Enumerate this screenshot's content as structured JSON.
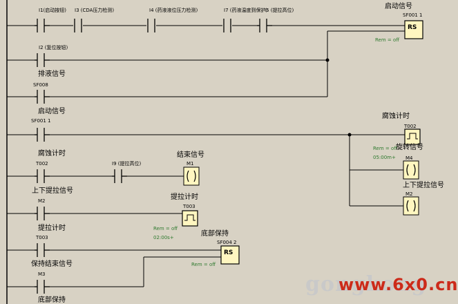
{
  "network_1": {
    "inputs": [
      {
        "label": "I1(启动按钮)"
      },
      {
        "label": "I3 (CDA压力检测)"
      },
      {
        "label": "I4 (药液液位压力检测)"
      },
      {
        "label": "I7 (药液温度到保护)"
      },
      {
        "label": "I5 (提拉高位)"
      }
    ],
    "output": {
      "title": "启动信号",
      "tag": "SF001 1",
      "symbol": "RS",
      "rem": "Rem = off"
    }
  },
  "network_2": {
    "tag": "I2 (复位按钮)",
    "caption": "排液信号"
  },
  "network_3": {
    "tag": "SF008",
    "caption": "启动信号"
  },
  "network_4": {
    "tag": "SF001 1",
    "caption": "腐蚀计时",
    "timer": {
      "title": "腐蚀计时",
      "tag": "T002",
      "rem": "Rem = off",
      "time": "05:00m+"
    },
    "coil_m4": {
      "title": "旋转信号",
      "tag": "M4"
    },
    "coil_m2": {
      "title": "上下提拉信号",
      "tag": "M2"
    }
  },
  "network_5": {
    "tag": "T002",
    "caption": "上下提拉信号",
    "input": "I9 (提拉高位)",
    "coil": {
      "title": "结束信号",
      "tag": "M1"
    }
  },
  "network_6": {
    "tag": "M2",
    "caption": "提拉计时",
    "timer": {
      "title": "提拉计时",
      "tag": "T003",
      "rem": "Rem = off",
      "time": "02:00s+"
    }
  },
  "network_7": {
    "tag": "T003",
    "caption": "保持结束信号",
    "block": {
      "title": "底部保持",
      "tag": "SF004 2",
      "symbol": "RS",
      "rem": "Rem = off"
    }
  },
  "network_8": {
    "tag": "M3",
    "caption": "底部保持"
  },
  "watermark": {
    "text": "gongkong",
    "brand": "www.6x0.cn"
  },
  "colors": {
    "background": "#d8d2c4",
    "wire": "#000000",
    "param_text": "#2f7a2f",
    "coil_fill": "#fff6c0"
  }
}
